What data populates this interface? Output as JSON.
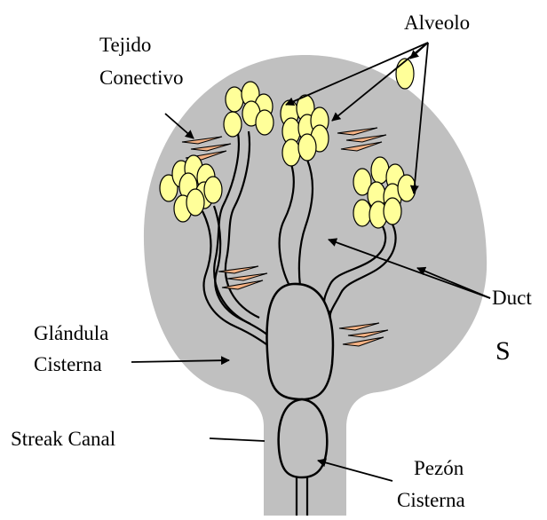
{
  "diagram": {
    "labels": {
      "alveolo": "Alveolo",
      "tejido_line1": "Tejido",
      "tejido_line2": "Conectivo",
      "duct": "Duct",
      "s": "S",
      "glandula_line1": "Glándula",
      "glandula_line2": "Cisterna",
      "streak_canal": "Streak Canal",
      "pezon_line1": "Pezón",
      "pezon_line2": "Cisterna"
    },
    "colors": {
      "udder_fill": "#c0c0c0",
      "alveolus_fill": "#ffff99",
      "tissue_fill": "#f4b183",
      "stroke": "#000000"
    }
  }
}
